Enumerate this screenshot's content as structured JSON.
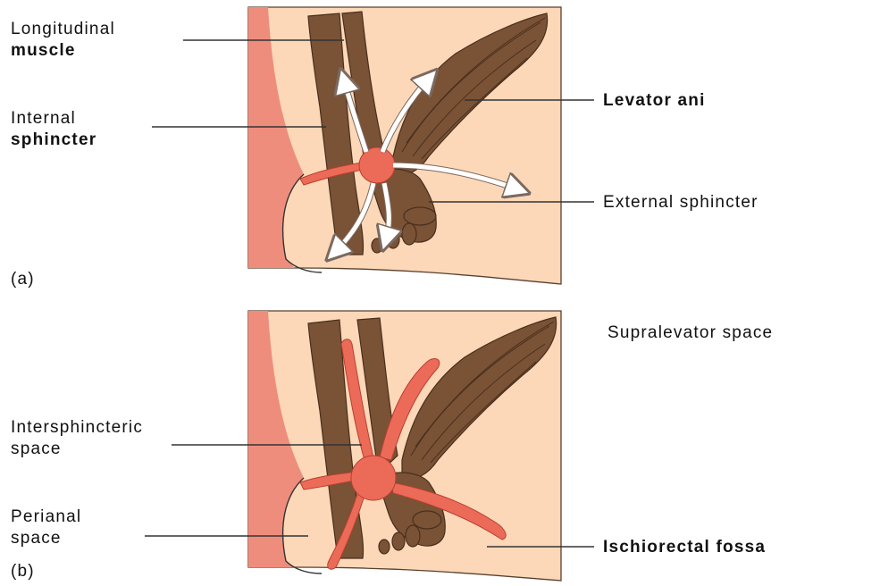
{
  "panel_a": {
    "caption": "(a)",
    "labels": {
      "longitudinal_muscle": [
        "Longitudinal",
        "muscle"
      ],
      "internal_sphincter": [
        "Internal",
        "sphincter"
      ],
      "levator_ani": "Levator ani",
      "external_sphincter": "External sphincter"
    }
  },
  "panel_b": {
    "caption": "(b)",
    "labels": {
      "supralevator_space": "Supralevator space",
      "intersphincteric_space": [
        "Intersphincteric",
        "space"
      ],
      "perianal_space": [
        "Perianal",
        "space"
      ],
      "ischiorectal_fossa": "Ischiorectal fossa"
    }
  },
  "colors": {
    "fat": "#fcd8b8",
    "skin": "#ef8d7c",
    "muscle": "#7a5236",
    "abscess": "#ec6a58"
  }
}
